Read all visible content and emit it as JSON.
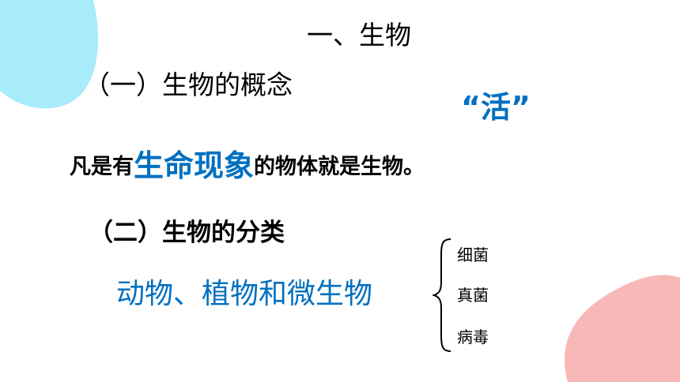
{
  "slide": {
    "title": "一、生物",
    "subtitle_1": "（一）生物的概念",
    "highlight_word": "“活”",
    "definition": {
      "prefix": "凡是有",
      "emphasis": "生命现象",
      "suffix": "的物体就是生物。"
    },
    "subtitle_2": "（二）生物的分类",
    "categories": "动物、植物和微生物",
    "microorganisms": [
      "细菌",
      "真菌",
      "病毒"
    ]
  },
  "colors": {
    "accent_blue": "#0070c0",
    "blob_cyan": "#a8ecfb",
    "blob_pink": "#f9b8b8",
    "text": "#000000"
  }
}
